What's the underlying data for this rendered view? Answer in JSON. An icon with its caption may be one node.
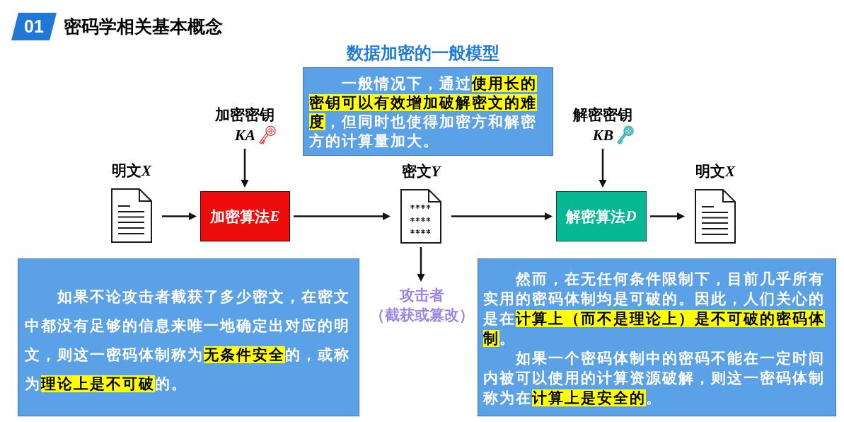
{
  "diagram": {
    "title": "密码学相关基本概念",
    "nodes": [
      {
        "text": [
          "明文X"
        ]
      },
      {
        "text": [
          "加密密钥",
          "KA"
        ]
      },
      {
        "text": [
          "加密算法E"
        ]
      },
      {
        "text": [
          "密文Y"
        ]
      },
      {
        "text": [
          "解密密钥",
          "KB"
        ]
      },
      {
        "text": [
          "解密算法D"
        ]
      },
      {
        "text": [
          "明文X"
        ]
      },
      {
        "text": [
          "攻击者",
          "（截获或篡改）"
        ]
      },
      {
        "text": [
          "一般情况下，通过**使用长的密钥可以有效增加破解密文的难度**，但同时也使得加密方和解密方的计算量加大。"
        ]
      },
      {
        "text": [
          "如果不论攻击者截获了多少密文，在密文中都没有足够的信息来唯一地确定出对应的明文，则这一密码体制称为**无条件安全**的，或称为**理论上是不可破**的。"
        ]
      },
      {
        "text": [
          "然而，在无任何条件限制下，目前几乎所有实用的密码体制均是可破的。因此，人们关心的是在**计算上（而不是理论上）是不可破的密码体制**。",
          "如果一个密码体制中的密码不能在一定时间内被可以使用的计算资源破解，则这一密码体制称为在**计算上是安全的**。"
        ]
      }
    ],
    "edges": [
      {
        "from": 0,
        "to": 2,
        "arrow": "to"
      },
      {
        "from": 1,
        "to": 2,
        "arrow": "to"
      },
      {
        "from": 2,
        "to": 3,
        "arrow": "to"
      },
      {
        "from": 3,
        "to": 5,
        "arrow": "to"
      },
      {
        "from": 4,
        "to": 5,
        "arrow": "to"
      },
      {
        "from": 5,
        "to": 6,
        "arrow": "to"
      },
      {
        "from": 3,
        "to": 7,
        "arrow": "to"
      }
    ],
    "labels": [
      "01",
      "数据加密的一般模型"
    ]
  }
}
